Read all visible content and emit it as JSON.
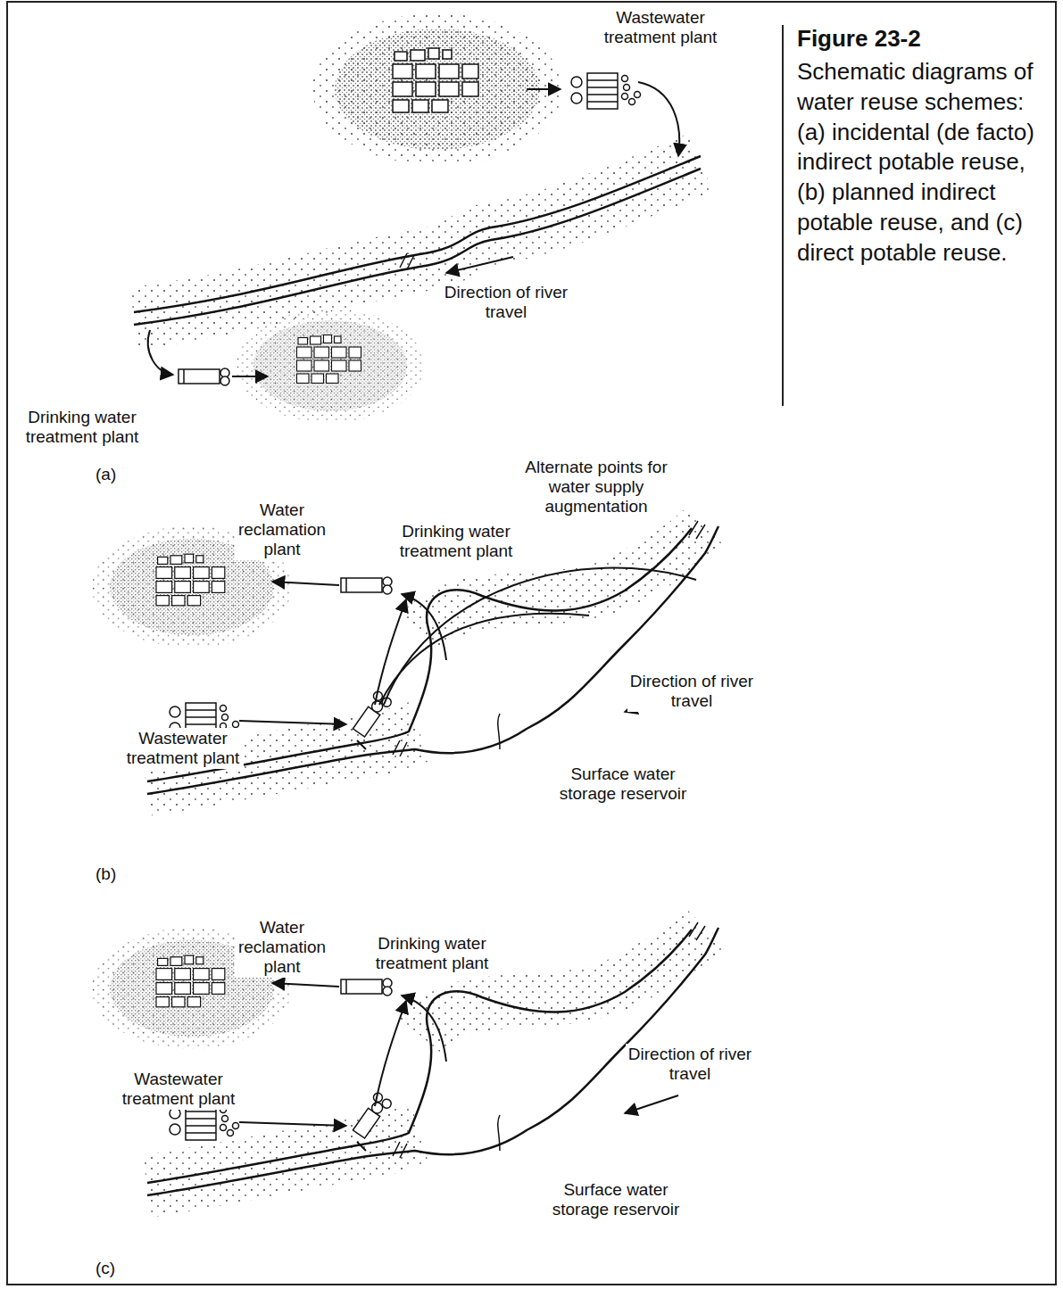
{
  "diagram": {
    "title": "Figure 23-2",
    "caption": "Schematic diagrams of water reuse schemes: (a) incidental (de facto) indirect potable reuse, (b) planned indirect potable reuse, and (c) direct potable reuse.",
    "labels": [
      "Wastewater treatment plant",
      "Direction of river travel",
      "Drinking water treatment plant",
      "(a)",
      "Alternate points for water supply augmentation",
      "Water reclamation plant",
      "Drinking water treatment plant",
      "Wastewater treatment plant",
      "Direction of river travel",
      "Surface water storage reservoir",
      "(b)",
      "Water reclamation plant",
      "Drinking water treatment plant",
      "Wastewater treatment plant",
      "Direction of river travel",
      "Surface water storage reservoir",
      "(c)"
    ]
  }
}
